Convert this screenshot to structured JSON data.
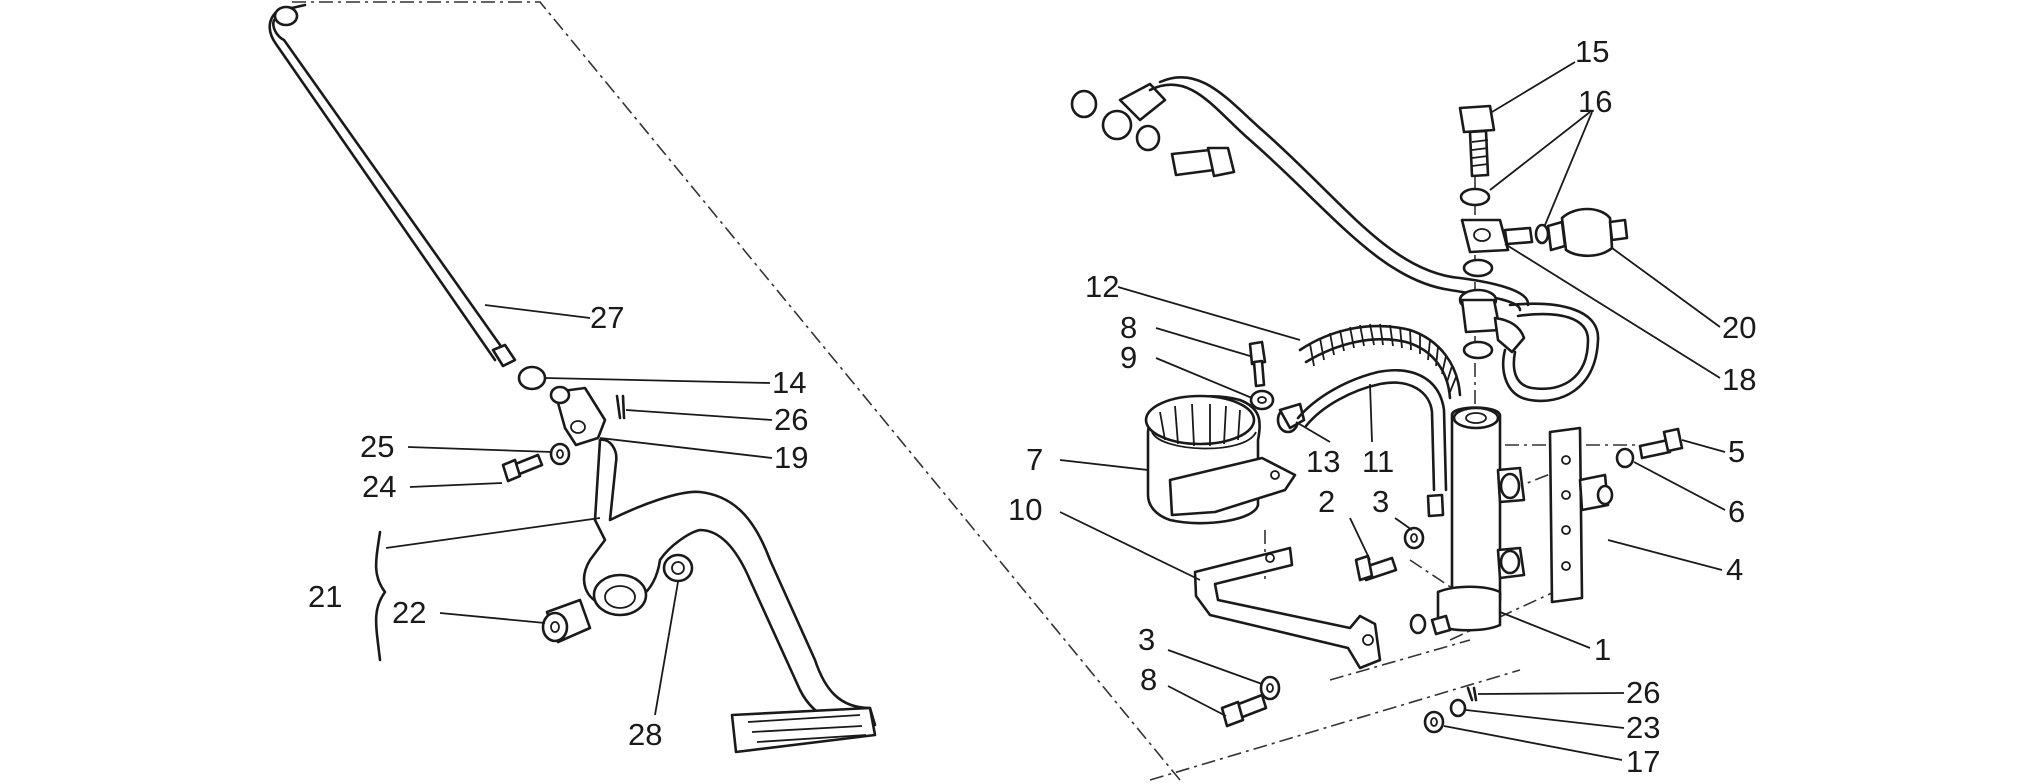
{
  "labels": {
    "l1": "1",
    "l2": "2",
    "l3a": "3",
    "l3b": "3",
    "l4": "4",
    "l5": "5",
    "l6": "6",
    "l7": "7",
    "l8a": "8",
    "l8b": "8",
    "l9": "9",
    "l10": "10",
    "l11": "11",
    "l12": "12",
    "l13": "13",
    "l14": "14",
    "l15": "15",
    "l16": "16",
    "l17": "17",
    "l18": "18",
    "l19": "19",
    "l20": "20",
    "l21": "21",
    "l22": "22",
    "l23": "23",
    "l24": "24",
    "l25": "25",
    "l26a": "26",
    "l26b": "26",
    "l27": "27",
    "l28": "28"
  }
}
